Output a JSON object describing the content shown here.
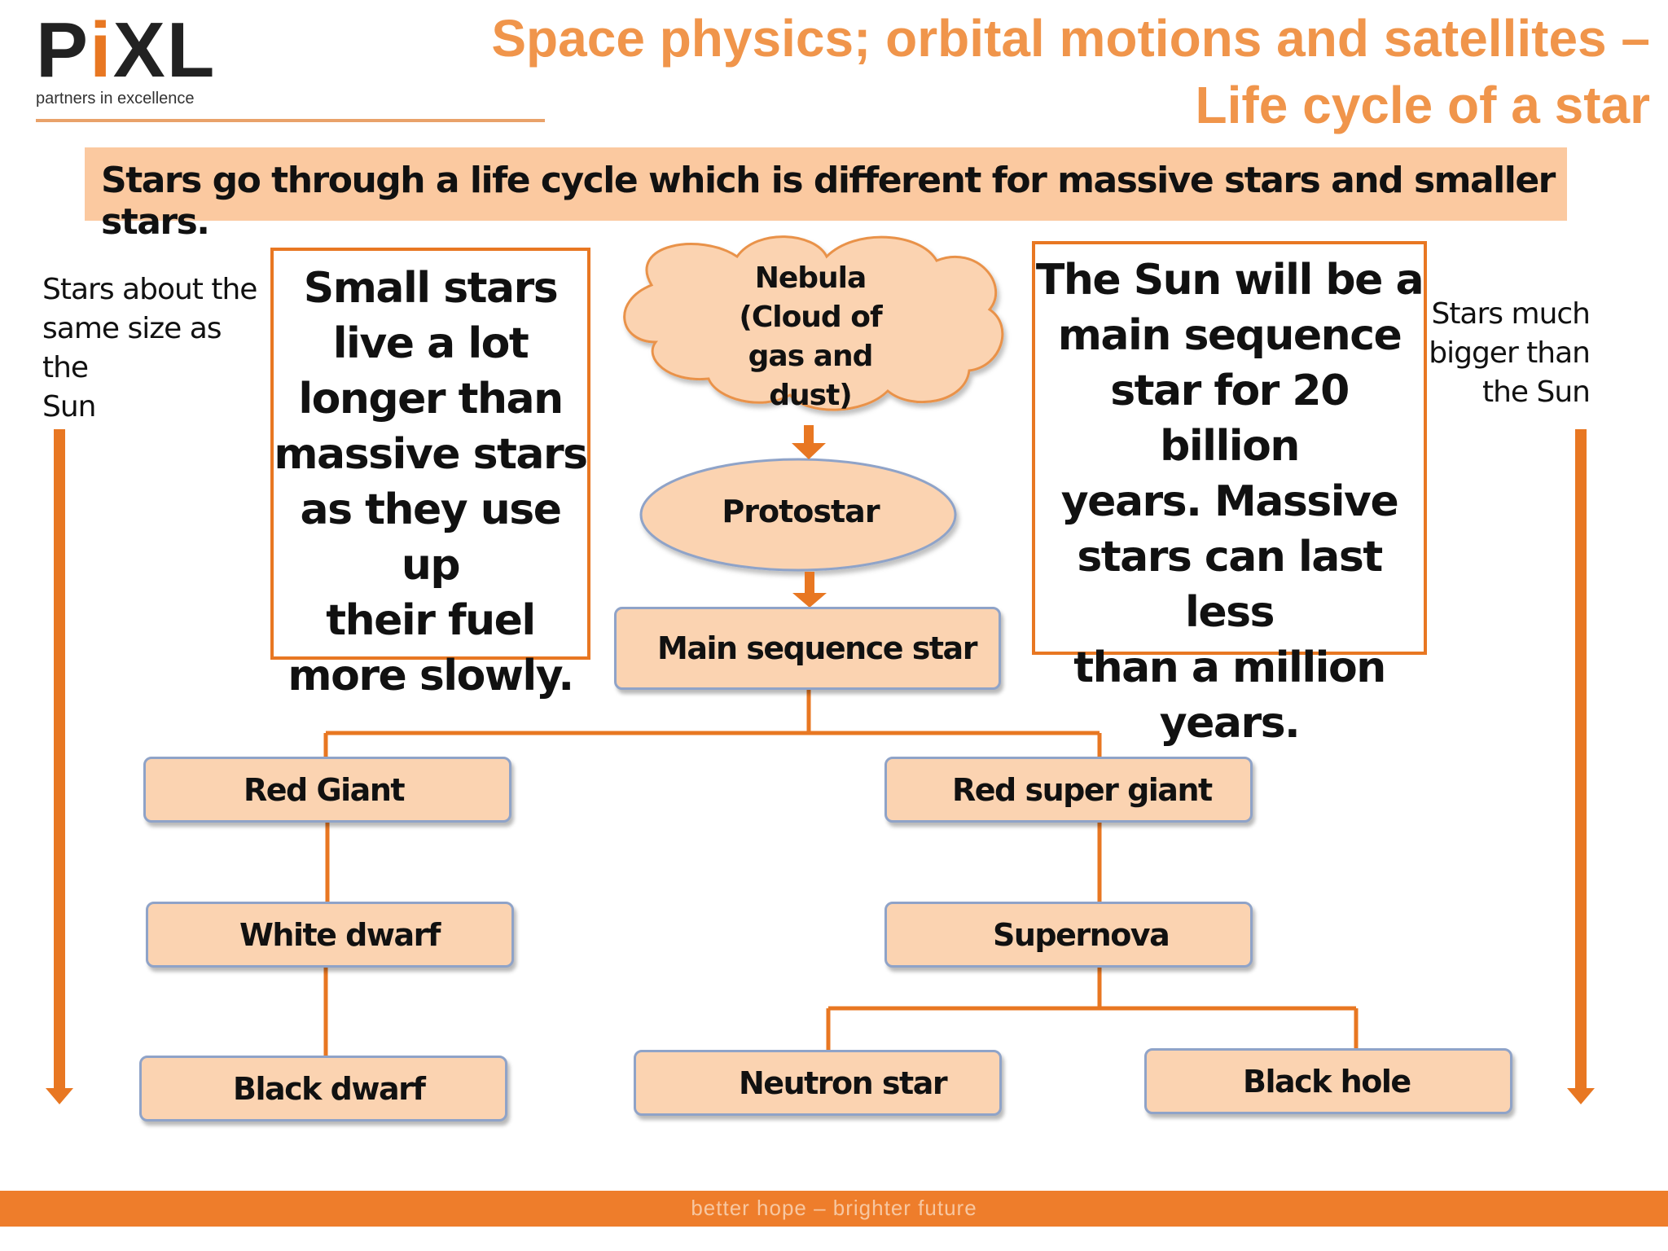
{
  "logo": {
    "name_prefix": "P",
    "name_i": "i",
    "name_suffix": "XL",
    "tagline": "partners in excellence"
  },
  "title": {
    "line1": "Space physics; orbital motions and satellites –",
    "line2": "Life cycle of a star"
  },
  "intro": "Stars go through a life cycle which is different for massive stars and smaller stars.",
  "side_left": {
    "line1": "Stars about the",
    "line2": "same size as the",
    "line3": "Sun"
  },
  "side_right": {
    "line1": "Stars much",
    "line2": "bigger than",
    "line3": "the Sun"
  },
  "info_small": [
    "Small stars",
    "live a lot",
    "longer than",
    "massive stars",
    "as they use up",
    "their fuel",
    "more slowly."
  ],
  "info_sun": [
    "The Sun will be a",
    "main sequence",
    "star for 20 billion",
    "years. Massive",
    "stars can last less",
    "than a million",
    "years."
  ],
  "nodes": {
    "nebula": [
      "Nebula",
      "(Cloud of",
      "gas and",
      "dust)"
    ],
    "protostar": "Protostar",
    "main_sequence": "Main sequence star",
    "red_giant": "Red Giant",
    "white_dwarf": "White dwarf",
    "black_dwarf": "Black dwarf",
    "red_supergiant": "Red super giant",
    "supernova": "Supernova",
    "neutron_star": "Neutron star",
    "black_hole": "Black hole"
  },
  "footer": "better hope – brighter future",
  "colors": {
    "accent": "#e87722",
    "title": "#f0954b",
    "node_fill": "#fbd3b1",
    "node_border": "#8fa3c8",
    "intro_fill": "#fbc9a0"
  }
}
